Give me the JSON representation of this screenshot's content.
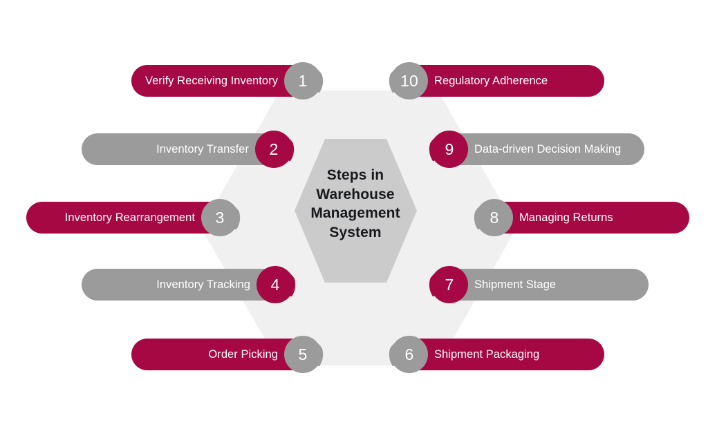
{
  "center": {
    "title_lines": [
      "Steps in",
      "Warehouse",
      "Management",
      "System"
    ],
    "title_text": "Steps in Warehouse Management System"
  },
  "colors": {
    "crimson": "#A60844",
    "gray": "#9B9B9B",
    "hex_outer": "#F0F0F0",
    "hex_inner": "#CBCBCB",
    "label_text": "#FFFFFF",
    "title_text": "#17191C",
    "background": "#FFFFFF"
  },
  "chart_data": {
    "type": "diagram",
    "title": "Steps in Warehouse Management System",
    "step_count": 10,
    "steps": [
      {
        "number": "1",
        "label": "Verify Receiving Inventory",
        "side": "left",
        "pill_color": "#A60844",
        "badge_color": "#9B9B9B"
      },
      {
        "number": "2",
        "label": "Inventory Transfer",
        "side": "left",
        "pill_color": "#9B9B9B",
        "badge_color": "#A60844"
      },
      {
        "number": "3",
        "label": "Inventory Rearrangement",
        "side": "left",
        "pill_color": "#A60844",
        "badge_color": "#9B9B9B"
      },
      {
        "number": "4",
        "label": "Inventory Tracking",
        "side": "left",
        "pill_color": "#9B9B9B",
        "badge_color": "#A60844"
      },
      {
        "number": "5",
        "label": "Order Picking",
        "side": "left",
        "pill_color": "#A60844",
        "badge_color": "#9B9B9B"
      },
      {
        "number": "6",
        "label": "Shipment Packaging",
        "side": "right",
        "pill_color": "#A60844",
        "badge_color": "#9B9B9B"
      },
      {
        "number": "7",
        "label": "Shipment Stage",
        "side": "right",
        "pill_color": "#9B9B9B",
        "badge_color": "#A60844"
      },
      {
        "number": "8",
        "label": "Managing Returns",
        "side": "right",
        "pill_color": "#A60844",
        "badge_color": "#9B9B9B"
      },
      {
        "number": "9",
        "label": "Data-driven Decision Making",
        "side": "right",
        "pill_color": "#9B9B9B",
        "badge_color": "#A60844"
      },
      {
        "number": "10",
        "label": "Regulatory Adherence",
        "side": "right",
        "pill_color": "#A60844",
        "badge_color": "#9B9B9B"
      }
    ]
  },
  "left_column": {
    "items": [
      {
        "number": "1",
        "label": "Verify Receiving Inventory"
      },
      {
        "number": "2",
        "label": "Inventory Transfer"
      },
      {
        "number": "3",
        "label": "Inventory Rearrangement"
      },
      {
        "number": "4",
        "label": "Inventory Tracking"
      },
      {
        "number": "5",
        "label": "Order Picking"
      }
    ]
  },
  "right_column": {
    "items": [
      {
        "number": "10",
        "label": "Regulatory Adherence"
      },
      {
        "number": "9",
        "label": "Data-driven Decision Making"
      },
      {
        "number": "8",
        "label": "Managing Returns"
      },
      {
        "number": "7",
        "label": "Shipment Stage"
      },
      {
        "number": "6",
        "label": "Shipment Packaging"
      }
    ]
  }
}
